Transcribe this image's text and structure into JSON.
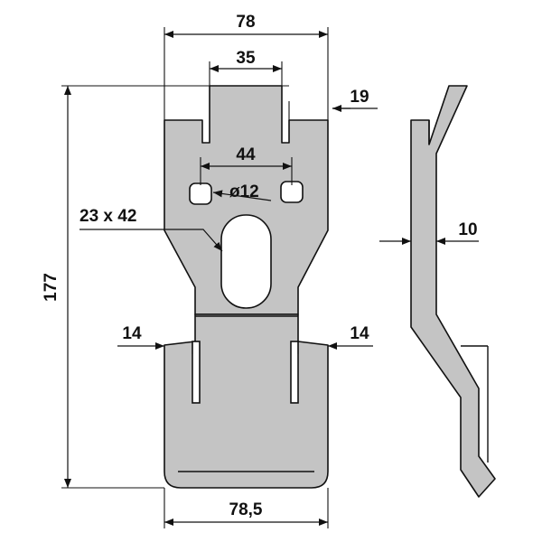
{
  "drawing": {
    "colors": {
      "part_fill": "#c4c4c4",
      "line": "#111111",
      "background": "#ffffff"
    },
    "dimensions": {
      "top_width": "78",
      "slot_spacing": "35",
      "height": "177",
      "slot_width": "19",
      "hole_spacing": "44",
      "hole_diameter": "ø12",
      "long_hole": "23 x 42",
      "thickness": "10",
      "left_notch": "14",
      "right_notch": "14",
      "bottom_width": "78,5"
    }
  }
}
